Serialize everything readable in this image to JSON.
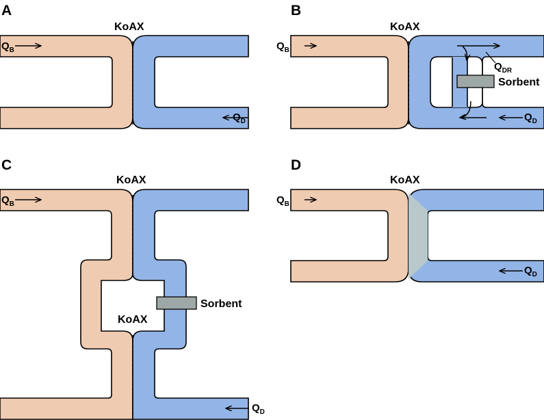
{
  "panels": {
    "a": {
      "letter": "A",
      "koax": "KoAX",
      "qb": {
        "main": "Q",
        "sub": "B"
      },
      "qd": {
        "main": "Q",
        "sub": "D"
      }
    },
    "b": {
      "letter": "B",
      "koax": "KoAX",
      "qb": {
        "main": "Q",
        "sub": "B"
      },
      "qd": {
        "main": "Q",
        "sub": "D"
      },
      "qdr": {
        "main": "Q",
        "sub": "DR"
      },
      "sorbent": "Sorbent"
    },
    "c": {
      "letter": "C",
      "koax_top": "KoAX",
      "koax_mid": "KoAX",
      "qb": {
        "main": "Q",
        "sub": "B"
      },
      "qd": {
        "main": "Q",
        "sub": "D"
      },
      "sorbent": "Sorbent"
    },
    "d": {
      "letter": "D",
      "koax": "KoAX",
      "qb": {
        "main": "Q",
        "sub": "B"
      },
      "qd": {
        "main": "Q",
        "sub": "D"
      }
    }
  },
  "colors": {
    "blood": "#efcbb1",
    "dialysate": "#93b4e6",
    "sorbent": "#9ea8a6",
    "transition": "#b9c8cb"
  }
}
